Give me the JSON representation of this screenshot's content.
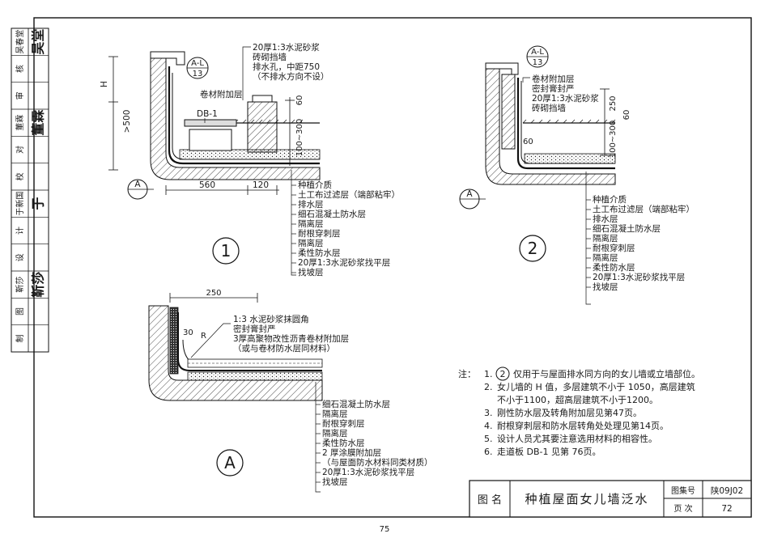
{
  "sidebar": {
    "rows": [
      {
        "label": "吴春堂",
        "sign": "吴堂"
      },
      {
        "label": "核",
        "sign": ""
      },
      {
        "label": "审",
        "sign": ""
      },
      {
        "label": "董霖",
        "sign": "董霖"
      },
      {
        "label": "对",
        "sign": ""
      },
      {
        "label": "校",
        "sign": ""
      },
      {
        "label": "于新国",
        "sign": "于"
      },
      {
        "label": "计",
        "sign": ""
      },
      {
        "label": "设",
        "sign": ""
      },
      {
        "label": "靳莎",
        "sign": "靳莎"
      },
      {
        "label": "图",
        "sign": ""
      },
      {
        "label": "制",
        "sign": ""
      }
    ]
  },
  "detail1": {
    "ref_top": "A-L",
    "ref_bottom": "13",
    "dim_h": "H",
    "dim_500": ">500",
    "dim_60": "60",
    "dim_100_300": "100~300",
    "dim_560": "560",
    "dim_120": "120",
    "label_db1": "DB-1",
    "label_juancai": "卷材附加层",
    "top_labels": [
      "20厚1:3水泥砂浆",
      "砖砌挡墙",
      "排水孔，中距750",
      "（不排水方向不设）"
    ],
    "section_mark": "A",
    "number": "1"
  },
  "detail2": {
    "ref_top": "A-L",
    "ref_bottom": "13",
    "dim_250": "250",
    "dim_60": "60",
    "dim_100_300": "100~300",
    "dim_60_small": "60",
    "top_labels": [
      "卷材附加层",
      "密封膏封严",
      "20厚1:3水泥砂浆",
      "砖砌挡墙"
    ],
    "section_mark": "A",
    "number": "2"
  },
  "layers": [
    "种植介质",
    "土工布过滤层（端部粘牢）",
    "排水层",
    "细石混凝土防水层",
    "隔离层",
    "耐根穿刺层",
    "隔离层",
    "柔性防水层",
    "20厚1:3水泥砂浆找平层",
    "找坡层"
  ],
  "detailA": {
    "dim_250": "250",
    "dim_30": "30",
    "dim_r": "R",
    "top_labels": [
      "1:3 水泥砂浆抹圆角",
      "密封膏封严",
      "3厚高聚物改性沥青卷材附加层",
      "（或与卷材防水层同材料）"
    ],
    "layers": [
      "细石混凝土防水层",
      "隔离层",
      "耐根穿刺层",
      "隔离层",
      "柔性防水层",
      "2 厚涂膜附加层",
      "（与屋面防水材料同类材质）",
      "20厚1:3水泥砂浆找平层",
      "找坡层"
    ],
    "number": "A"
  },
  "notes": {
    "prefix": "注：",
    "items": [
      {
        "num": "1.",
        "circled": "2",
        "text": "仅用于与屋面排水同方向的女儿墙或立墙部位。"
      },
      {
        "num": "2.",
        "circled": "",
        "text": "女儿墙的 H 值，多层建筑不小于 1050，高层建筑"
      },
      {
        "num": "",
        "circled": "",
        "text": "不小于1100，超高层建筑不小于1200。"
      },
      {
        "num": "3.",
        "circled": "",
        "text": "刚性防水层及转角附加层见第47页。"
      },
      {
        "num": "4.",
        "circled": "",
        "text": "耐根穿刺层和防水层转角处处理见第14页。"
      },
      {
        "num": "5.",
        "circled": "",
        "text": "设计人员尤其要注意选用材料的相容性。"
      },
      {
        "num": "6.",
        "circled": "",
        "text": "走道板 DB-1 见第 76页。"
      }
    ]
  },
  "title_block": {
    "label_name": "图 名",
    "title": "种植屋面女儿墙泛水",
    "label_atlas": "图集号",
    "atlas_no": "陕09J02",
    "label_page": "页 次",
    "page_no": "72"
  },
  "page_number": "75"
}
